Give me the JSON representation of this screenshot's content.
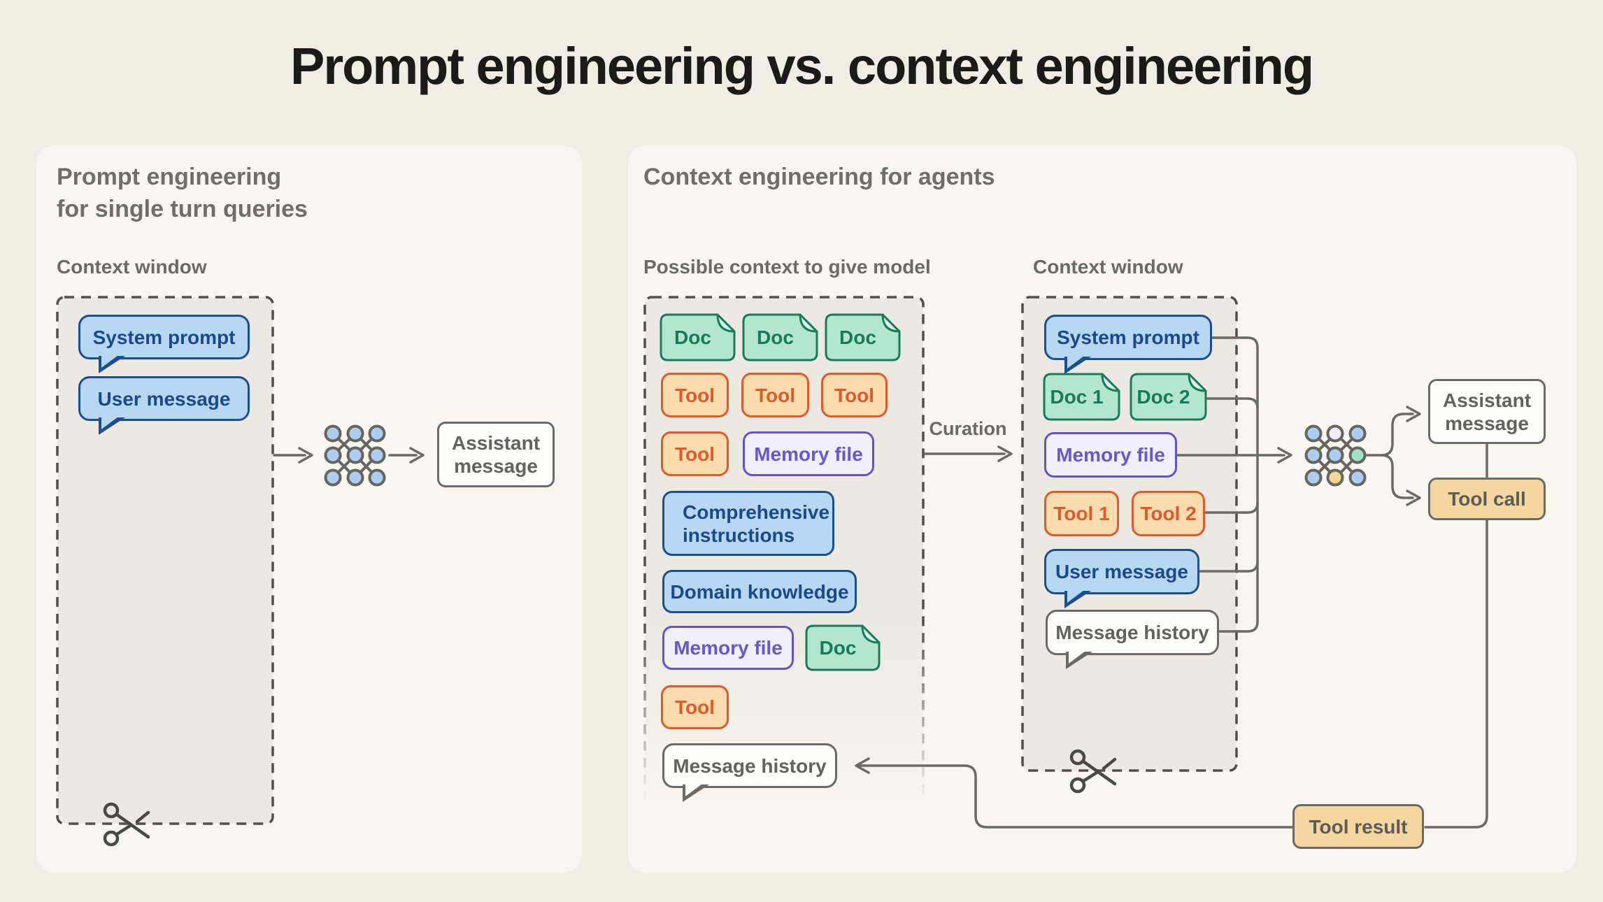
{
  "title": "Prompt engineering vs. context engineering",
  "left_panel": {
    "heading_line1": "Prompt engineering",
    "heading_line2": "for single turn queries",
    "context_window_label": "Context window",
    "system_prompt": "System prompt",
    "user_message": "User message",
    "assistant_message": "Assistant message"
  },
  "right_panel": {
    "heading": "Context engineering for agents",
    "curation_label": "Curation",
    "possible_context": {
      "label": "Possible context to give model",
      "doc1": "Doc",
      "doc2": "Doc",
      "doc3": "Doc",
      "tool1": "Tool",
      "tool2": "Tool",
      "tool3": "Tool",
      "tool4": "Tool",
      "memory_file1": "Memory file",
      "comprehensive_instructions": "Comprehensive instructions",
      "domain_knowledge": "Domain knowledge",
      "memory_file2": "Memory file",
      "doc4": "Doc",
      "tool5": "Tool",
      "message_history": "Message history"
    },
    "context_window": {
      "label": "Context window",
      "system_prompt": "System prompt",
      "doc1": "Doc 1",
      "doc2": "Doc 2",
      "memory_file": "Memory file",
      "tool1": "Tool 1",
      "tool2": "Tool 2",
      "user_message": "User message",
      "message_history": "Message history"
    },
    "outputs": {
      "assistant_message": "Assistant message",
      "tool_call": "Tool call",
      "tool_result": "Tool result"
    }
  },
  "colors": {
    "background": "#f0ede5",
    "card": "#f8f6f0",
    "window_fill": "#ebe9e1",
    "blue_fill": "#b7d7f3",
    "blue_border": "#1d4f8e",
    "green_fill": "#b2e6cd",
    "green_border": "#1a7a5a",
    "orange_fill": "#fbdcaf",
    "orange_border": "#df5a2b",
    "purple_fill": "#f1effc",
    "purple_border": "#6354c8",
    "tan_fill": "#f3d6a0",
    "line": "#6b6a64"
  }
}
